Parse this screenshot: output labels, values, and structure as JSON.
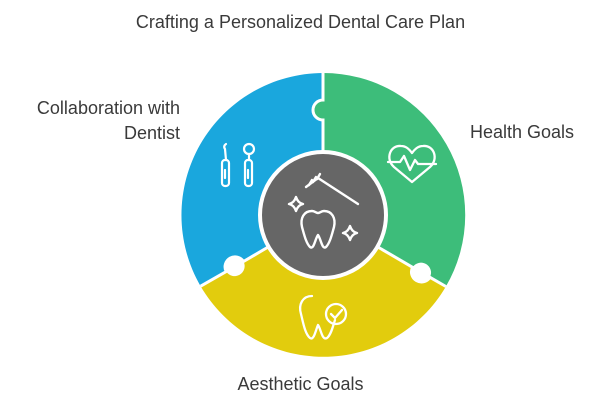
{
  "title": "Crafting a Personalized Dental Care Plan",
  "segments": [
    {
      "id": "collaboration",
      "label_line1": "Collaboration with",
      "label_line2": "Dentist",
      "color": "#1aa7dd",
      "icon": "dental-tools-icon"
    },
    {
      "id": "health",
      "label": "Health Goals",
      "color": "#3dbd7a",
      "icon": "heartbeat-icon"
    },
    {
      "id": "aesthetic",
      "label": "Aesthetic Goals",
      "color": "#e2cc0d",
      "icon": "tooth-check-icon"
    }
  ],
  "center": {
    "color": "#666666",
    "icon": "toothbrush-tooth-sparkle-icon"
  }
}
